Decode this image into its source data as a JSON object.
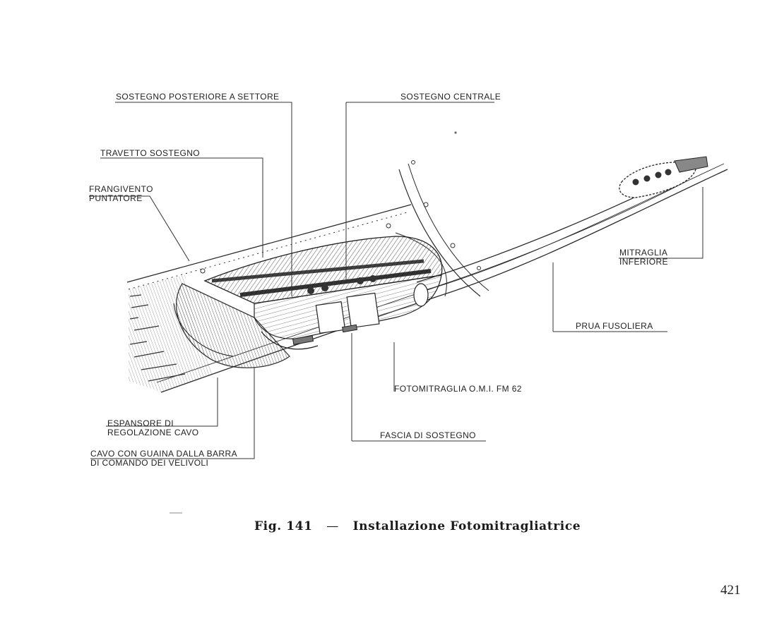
{
  "labels": {
    "sostegno_posteriore": "SOSTEGNO  POSTERIORE  A  SETTORE",
    "sostegno_centrale": "SOSTEGNO  CENTRALE",
    "travetto_sostegno": "TRAVETTO  SOSTEGNO",
    "frangivento_line1": "FRANGIVENTO",
    "frangivento_line2": "PUNTATORE",
    "mitraglia_line1": "MITRAGLIA",
    "mitraglia_line2": "INFERIORE",
    "prua_fusoliera": "PRUA  FUSOLIERA",
    "fotomitraglia": "FOTOMITRAGLIA  O.M.I.  FM  62",
    "fascia_sostegno": "FASCIA  DI  SOSTEGNO",
    "espansore_line1": "ESPANSORE  DI",
    "espansore_line2": "REGOLAZIONE  CAVO",
    "cavo_line1": "CAVO  CON  GUAINA  DALLA  BARRA",
    "cavo_line2": "DI  COMANDO   DEI  VELIVOLI"
  },
  "caption": {
    "fig": "Fig.  141",
    "dash": "—",
    "title": "Installazione  Fotomitragliatrice"
  },
  "page_number": "421",
  "colors": {
    "ink": "#222222",
    "hatch": "#555555"
  }
}
